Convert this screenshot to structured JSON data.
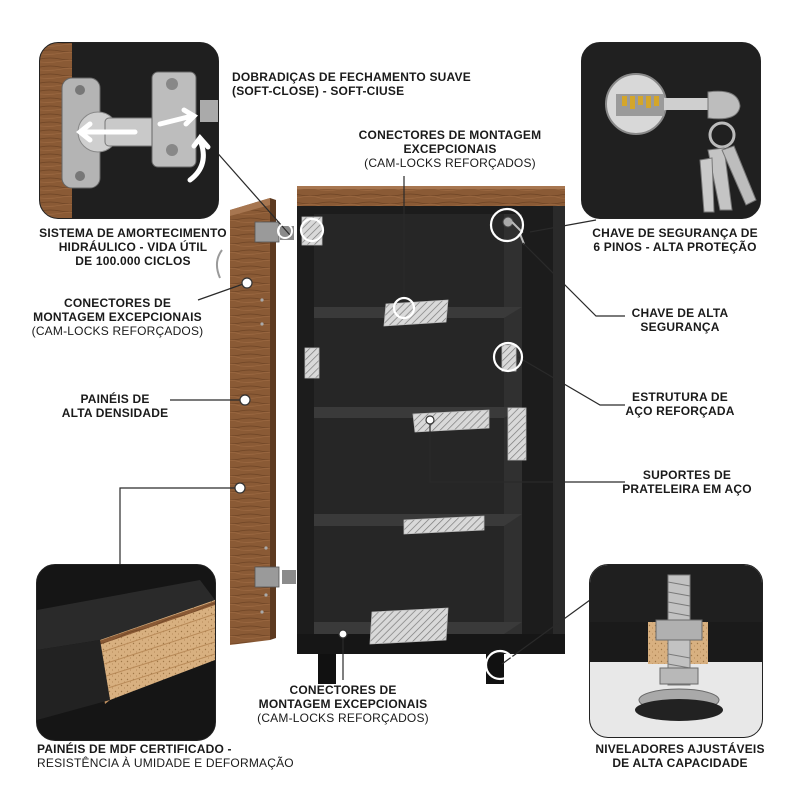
{
  "callouts": {
    "hinge": {
      "line1": "DOBRADIÇAS DE FECHAMENTO SUAVE",
      "line2": "(SOFT-CLOSE) - SOFT-CIUSE"
    },
    "damping": {
      "line1": "SISTEMA DE AMORTECIMENTO",
      "line2": "HIDRÁULICO - VIDA ÚTIL",
      "line3": "DE 100.000 CICLOS"
    },
    "cam_top": {
      "line1": "CONECTORES DE MONTAGEM",
      "line2": "EXCEPCIONAIS",
      "line3": "(CAM-LOCKS REFORÇADOS)"
    },
    "cam_door": {
      "line1": "CONECTORES DE",
      "line2": "MONTAGEM EXCEPCIONAIS",
      "line3": "(CAM-LOCKS REFORÇADOS)"
    },
    "cam_bottom": {
      "line1": "CONECTORES DE",
      "line2": "MONTAGEM EXCEPCIONAIS",
      "line3": "(CAM-LOCKS REFORÇADOS)"
    },
    "panels": {
      "line1": "PAINÉIS DE",
      "line2": "ALTA DENSIDADE"
    },
    "mdf": {
      "line1": "PAINÉIS DE MDF CERTIFICADO -",
      "line2": "RESISTÊNCIA À UMIDADE E DEFORMAÇÃO"
    },
    "security_key": {
      "line1": "CHAVE DE SEGURANÇA DE",
      "line2": "6 PINOS - ALTA PROTEÇÃO"
    },
    "high_key": {
      "line1": "CHAVE DE ALTA",
      "line2": "SEGURANÇA"
    },
    "steel": {
      "line1": "ESTRUTURA DE",
      "line2": "AÇO REFORÇADA"
    },
    "shelf_support": {
      "line1": "SUPORTES DE",
      "line2": "PRATELEIRA EM AÇO"
    },
    "levelers": {
      "line1": "NIVELADORES AJUSTÁVEIS",
      "line2": "DE ALTA CAPACIDADE"
    }
  },
  "colors": {
    "wood": "#8a5a35",
    "cabinet": "#1d1d1d",
    "text": "#1a1a1a",
    "line": "#2a2a2a"
  }
}
